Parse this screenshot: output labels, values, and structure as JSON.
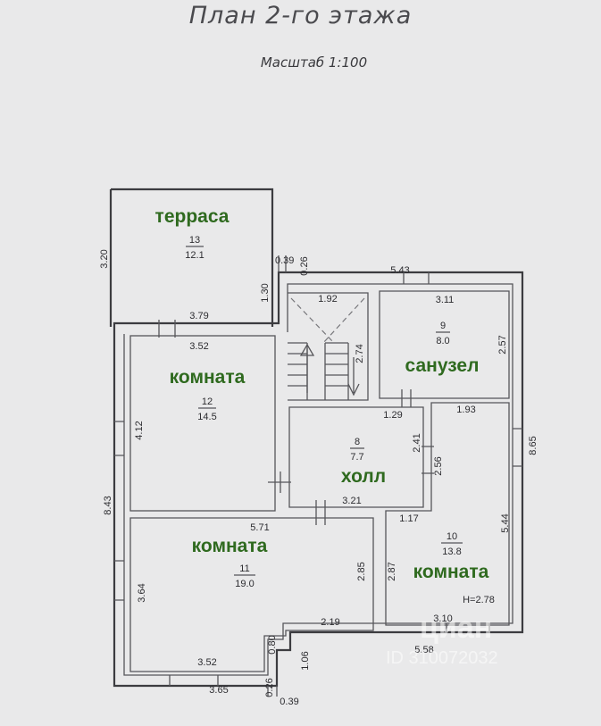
{
  "title": "План 2-го этажа",
  "scale": "Масштаб 1:100",
  "rooms": [
    {
      "id": "13",
      "name": "терраса",
      "area": "12.1"
    },
    {
      "id": "12",
      "name": "комната",
      "area": "14.5"
    },
    {
      "id": "9",
      "name": "санузел",
      "area": "8.0"
    },
    {
      "id": "8",
      "name": "холл",
      "area": "7.7"
    },
    {
      "id": "11",
      "name": "комната",
      "area": "19.0"
    },
    {
      "id": "10",
      "name": "комната",
      "area": "13.8"
    }
  ],
  "ceiling_height": "H=2.78",
  "dimensions": {
    "terrace_height": "3.20",
    "terrace_depth": "1.30",
    "d_039_top": "0.39",
    "d_026_top": "0.26",
    "top_width": "5.43",
    "stair_width": "1.92",
    "bath_width": "3.11",
    "bath_height": "2.57",
    "stair_height": "2.74",
    "room12_top_outer": "3.79",
    "room12_top_inner": "3.52",
    "room12_height": "4.12",
    "hall_top": "1.29",
    "room10_top": "1.93",
    "hall_height_1": "2.41",
    "hall_height_2": "2.56",
    "right_total": "8.65",
    "left_total": "8.43",
    "hall_bottom": "3.21",
    "room11_top": "5.71",
    "room10_inner_left": "1.17",
    "room10_height": "5.44",
    "room11_left": "3.64",
    "room11_right": "2.85",
    "room10_left": "2.87",
    "room11_step": "2.19",
    "room10_bottom": "3.10",
    "bottom_right": "5.58",
    "d_080": "0.80",
    "d_106": "1.06",
    "room11_bottom_inner": "3.52",
    "room11_bottom_outer": "3.65",
    "d_026_bottom": "0.26",
    "d_039_bottom": "0.39"
  },
  "watermark": {
    "brand": "циан",
    "id_text": "ID 310072032"
  }
}
